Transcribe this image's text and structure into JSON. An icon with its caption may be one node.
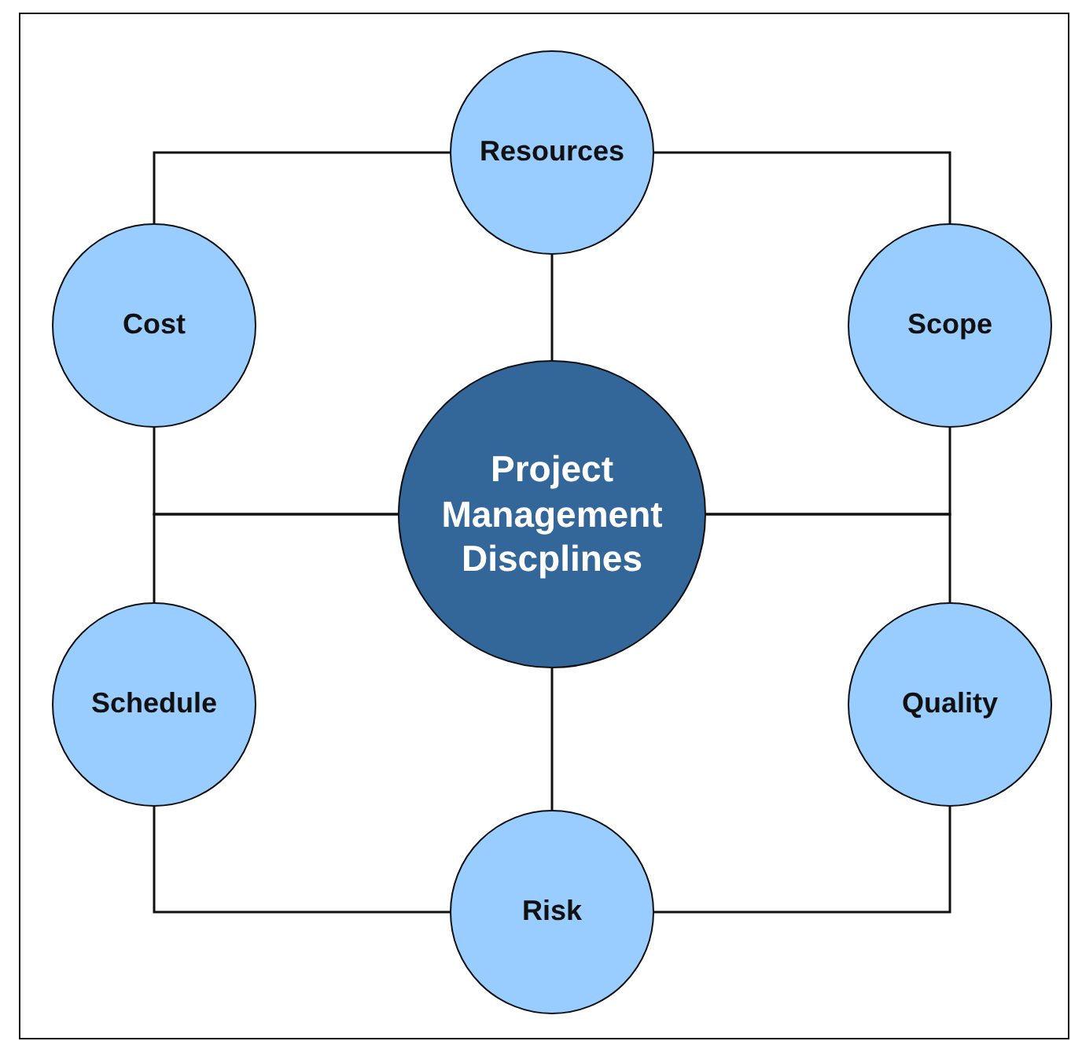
{
  "diagram": {
    "nodes": [
      {
        "text": [
          "Resources"
        ]
      },
      {
        "text": [
          "Cost"
        ]
      },
      {
        "text": [
          "Scope"
        ]
      },
      {
        "text": [
          "Project Management Discplines"
        ]
      },
      {
        "text": [
          "Schedule"
        ]
      },
      {
        "text": [
          "Quality"
        ]
      },
      {
        "text": [
          "Risk"
        ]
      }
    ],
    "edges": [
      {
        "from": 0,
        "to": 1,
        "arrow": "none"
      },
      {
        "from": 0,
        "to": 2,
        "arrow": "none"
      },
      {
        "from": 0,
        "to": 3,
        "arrow": "none"
      },
      {
        "from": 3,
        "to": 1,
        "arrow": "none"
      },
      {
        "from": 3,
        "to": 4,
        "arrow": "none"
      },
      {
        "from": 3,
        "to": 2,
        "arrow": "none"
      },
      {
        "from": 3,
        "to": 5,
        "arrow": "none"
      },
      {
        "from": 3,
        "to": 6,
        "arrow": "none"
      },
      {
        "from": 4,
        "to": 6,
        "arrow": "none"
      },
      {
        "from": 5,
        "to": 6,
        "arrow": "none"
      }
    ]
  }
}
